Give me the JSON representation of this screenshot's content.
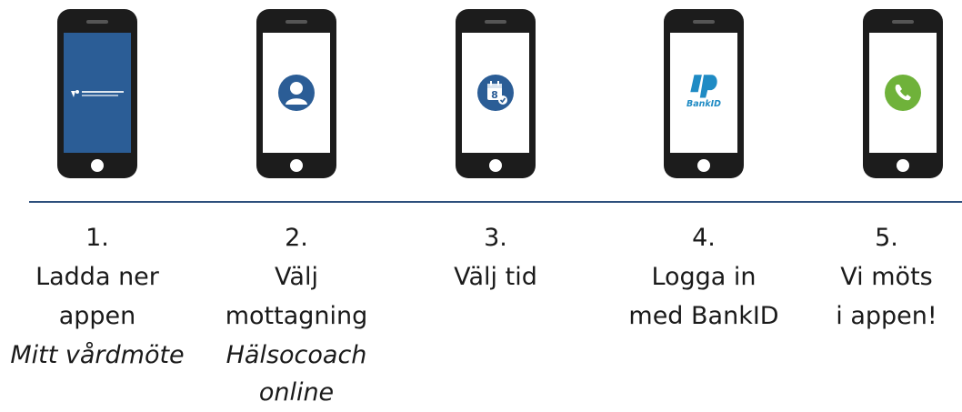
{
  "colors": {
    "divider": "#2d4f7c",
    "phone_body": "#1c1c1c",
    "app_screen": "#2b5d96",
    "user_icon": "#2b5d96",
    "calendar_icon": "#2b5d96",
    "bankid_blue": "#1f8bc4",
    "call_green": "#6fb23a"
  },
  "steps": [
    {
      "number": "1.",
      "line1": "Ladda ner",
      "line2": "appen",
      "italic1": "Mitt vårdmöte",
      "italic2": "",
      "screen_icon": "app-splash-logo"
    },
    {
      "number": "2.",
      "line1": "Välj",
      "line2": "mottagning",
      "italic1": "Hälsocoach",
      "italic2": "online",
      "screen_icon": "user-icon"
    },
    {
      "number": "3.",
      "line1": "Välj tid",
      "line2": "",
      "italic1": "",
      "italic2": "",
      "screen_icon": "calendar-icon",
      "calendar_day": "8"
    },
    {
      "number": "4.",
      "line1": "Logga in",
      "line2": "med BankID",
      "italic1": "",
      "italic2": "",
      "screen_icon": "bankid-icon",
      "bankid_text": "BankID"
    },
    {
      "number": "5.",
      "line1": "Vi möts",
      "line2": "i appen!",
      "italic1": "",
      "italic2": "",
      "screen_icon": "phone-call-icon"
    }
  ]
}
